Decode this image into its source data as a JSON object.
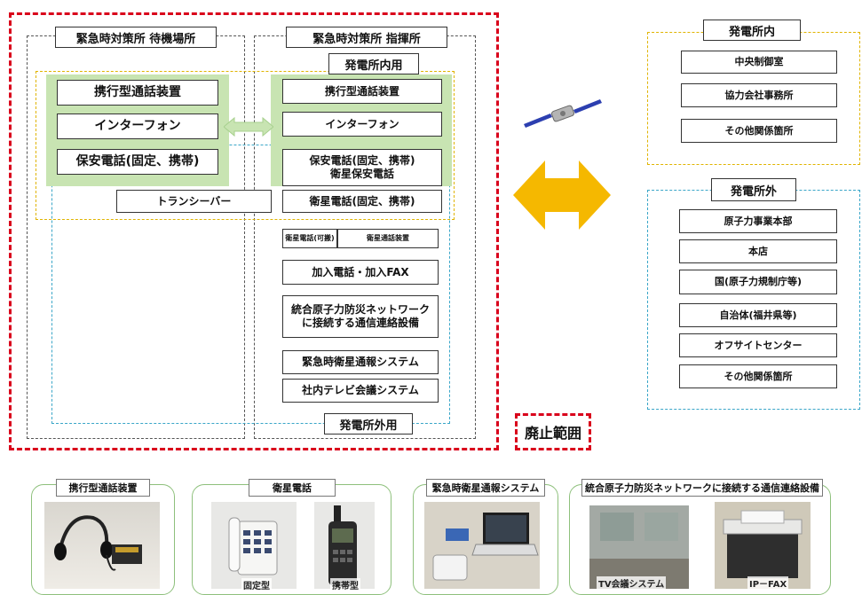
{
  "waiting_area": {
    "title": "緊急時対策所 待機場所",
    "items": [
      "携行型通話装置",
      "インターフォン",
      "保安電話(固定、携帯)"
    ],
    "transceiver": "トランシーバー"
  },
  "command_area": {
    "title": "緊急時対策所 指揮所",
    "internal_label": "発電所内用",
    "internal_items": [
      "携行型通話装置",
      "インターフォン",
      "保安電話(固定、携帯)\n衛星保安電話",
      "衛星電話(固定、携帯)"
    ],
    "external_items": [
      "加入電話・加入FAX",
      "統合原子力防災ネットワーク\nに接続する通信連絡設備",
      "緊急時衛星通報システム",
      "社内テレビ会議システム"
    ],
    "small_items": [
      "衛星電話(可搬)",
      "衛星通話装置"
    ],
    "external_label": "発電所外用"
  },
  "abolished_label": "廃止範囲",
  "inside_plant": {
    "title": "発電所内",
    "items": [
      "中央制御室",
      "協力会社事務所",
      "その他関係箇所"
    ]
  },
  "outside_plant": {
    "title": "発電所外",
    "items": [
      "原子力事業本部",
      "本店",
      "国(原子力規制庁等)",
      "自治体(福井県等)",
      "オフサイトセンター",
      "その他関係箇所"
    ]
  },
  "photos": [
    {
      "title": "携行型通話装置",
      "captions": []
    },
    {
      "title": "衛星電話",
      "captions": [
        "固定型",
        "携帯型"
      ]
    },
    {
      "title": "緊急時衛星通報システム",
      "captions": []
    },
    {
      "title": "統合原子力防災ネットワークに接続する通信連絡設備",
      "captions": [
        "TV会議システム",
        "IP－FAX"
      ]
    }
  ],
  "colors": {
    "abolished": "#d9001b",
    "inside_boundary": "#e0b400",
    "outside_boundary": "#3aa6c8",
    "highlight": "#c8e4b2",
    "arrow": "#f5b800"
  },
  "icons": [
    "satellite-icon",
    "double-arrow-icon"
  ]
}
